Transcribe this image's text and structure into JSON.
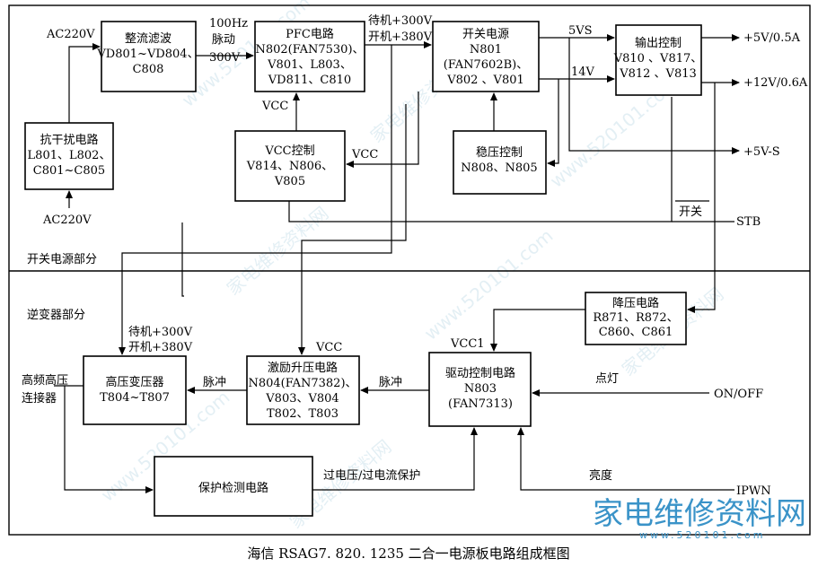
{
  "blocks": {
    "rectifier": {
      "lines": [
        "整流滤波",
        "VD801~VD804、",
        "C808"
      ]
    },
    "pfc": {
      "lines": [
        "PFC电路",
        "N802(FAN7530)、",
        "V801、L803、",
        "VD811、C810"
      ]
    },
    "switch_psu": {
      "lines": [
        "开关电源",
        "N801",
        "(FAN7602B)、",
        "V802 、V801"
      ]
    },
    "output_ctrl": {
      "lines": [
        "输出控制",
        "V810 、V817、",
        "V812 、V813"
      ]
    },
    "emi": {
      "lines": [
        "抗干扰电路",
        "L801、L802、",
        "C801~C805"
      ]
    },
    "vcc_ctrl": {
      "lines": [
        "VCC控制",
        "V814、N806、",
        "V805"
      ]
    },
    "regulator": {
      "lines": [
        "稳压控制",
        "N808、N805"
      ]
    },
    "stepdown": {
      "lines": [
        "降压电路",
        "R871、R872、",
        "C860、C861"
      ]
    },
    "hv_transformer": {
      "lines": [
        "高压变压器",
        "T804~T807"
      ]
    },
    "boost": {
      "lines": [
        "激励升压电路",
        "N804(FAN7382)、",
        "V803、V804",
        "T802、T803"
      ]
    },
    "driver": {
      "lines": [
        "驱动控制电路",
        "N803",
        "(FAN7313)"
      ]
    },
    "protect": {
      "lines": [
        "保护检测电路"
      ]
    }
  },
  "labels": {
    "ac_top": "AC220V",
    "ac_bottom": "AC220V",
    "hz100": "100Hz",
    "pulse_top": "脉动",
    "v300": "300V",
    "standby300": "待机+300V",
    "on380": "开机+380V",
    "vs5": "5VS",
    "v14": "14V",
    "out5": "+5V/0.5A",
    "out12": "+12V/0.6A",
    "out5s": "+5V-S",
    "vcc_pfc": "VCC",
    "vcc_arrow": "VCC",
    "switch_label": "开关",
    "stb": "STB",
    "psu_section": "开关电源部分",
    "inv_section": "逆变器部分",
    "standby300_b": "待机+300V",
    "on380_b": "开机+380V",
    "vcc_boost": "VCC",
    "vcc1": "VCC1",
    "hf_conn1": "高频高压",
    "hf_conn2": "连接器",
    "pulse_a": "脉冲",
    "pulse_b": "脉冲",
    "ignite": "点灯",
    "onoff": "ON/OFF",
    "protect_signal": "过电压/过电流保护",
    "brightness": "亮度",
    "ipwn": "IPWN"
  },
  "watermark": {
    "text": "www.520101.com",
    "cn": "家电维修资料网"
  },
  "logo": {
    "cn": "家电维修资料网",
    "url": "www.520101.com"
  },
  "caption": "海信 RSAG7. 820. 1235 二合一电源板电路组成框图"
}
